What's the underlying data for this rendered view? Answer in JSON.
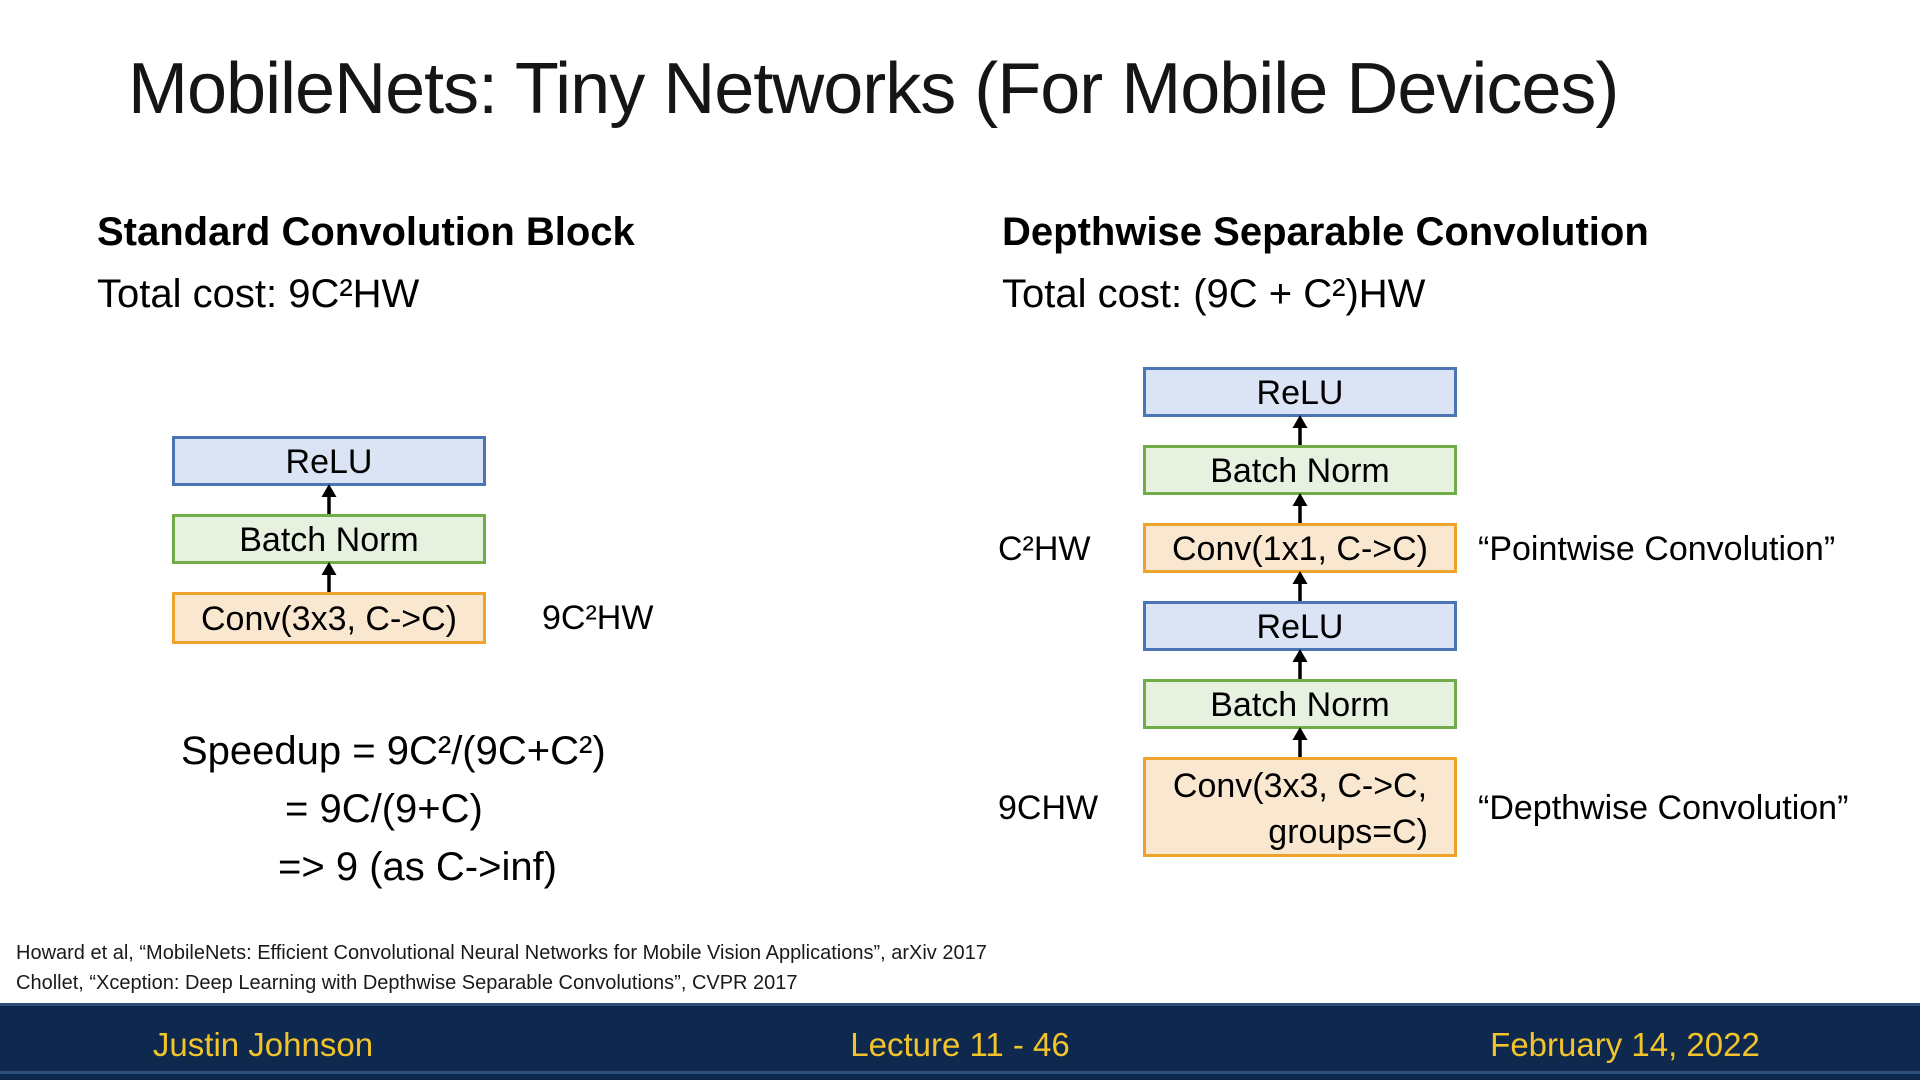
{
  "title": "MobileNets: Tiny Networks (For Mobile Devices)",
  "left_panel": {
    "heading": "Standard Convolution Block",
    "total_cost": "Total cost: 9C²HW",
    "boxes": [
      {
        "label": "ReLU"
      },
      {
        "label": "Batch Norm"
      },
      {
        "label": "Conv(3x3, C->C)"
      }
    ],
    "cost_label": "9C²HW",
    "speedup_lines": [
      "Speedup = 9C²/(9C+C²)",
      "= 9C/(9+C)",
      "=> 9 (as C->inf)"
    ]
  },
  "right_panel": {
    "heading": "Depthwise Separable Convolution",
    "total_cost": "Total cost: (9C + C²)HW",
    "boxes": [
      {
        "label": "ReLU"
      },
      {
        "label": "Batch Norm"
      },
      {
        "label": "Conv(1x1, C->C)"
      },
      {
        "label": "ReLU"
      },
      {
        "label": "Batch Norm"
      },
      {
        "label_line1": "Conv(3x3, C->C,",
        "label_line2": "groups=C)"
      }
    ],
    "pointwise_cost": "C²HW",
    "pointwise_label": "“Pointwise Convolution”",
    "depthwise_cost": "9CHW",
    "depthwise_label": "“Depthwise Convolution”"
  },
  "citations": [
    "Howard et al, “MobileNets: Efficient Convolutional Neural Networks for Mobile Vision Applications”, arXiv 2017",
    "Chollet, “Xception: Deep Learning with Depthwise Separable Convolutions”, CVPR 2017"
  ],
  "footer": {
    "author": "Justin Johnson",
    "lecture": "Lecture 11 - 46",
    "date": "February 14, 2022"
  },
  "colors": {
    "relu_fill": "#dbe4f4",
    "relu_border": "#4b74b4",
    "bn_fill": "#e7f1df",
    "bn_border": "#70ad47",
    "conv_fill": "#fae7d0",
    "conv_border": "#eea32c",
    "footer_bg": "#0e294d",
    "footer_accent": "#2e4e7e",
    "footer_text": "#f2c32a"
  }
}
